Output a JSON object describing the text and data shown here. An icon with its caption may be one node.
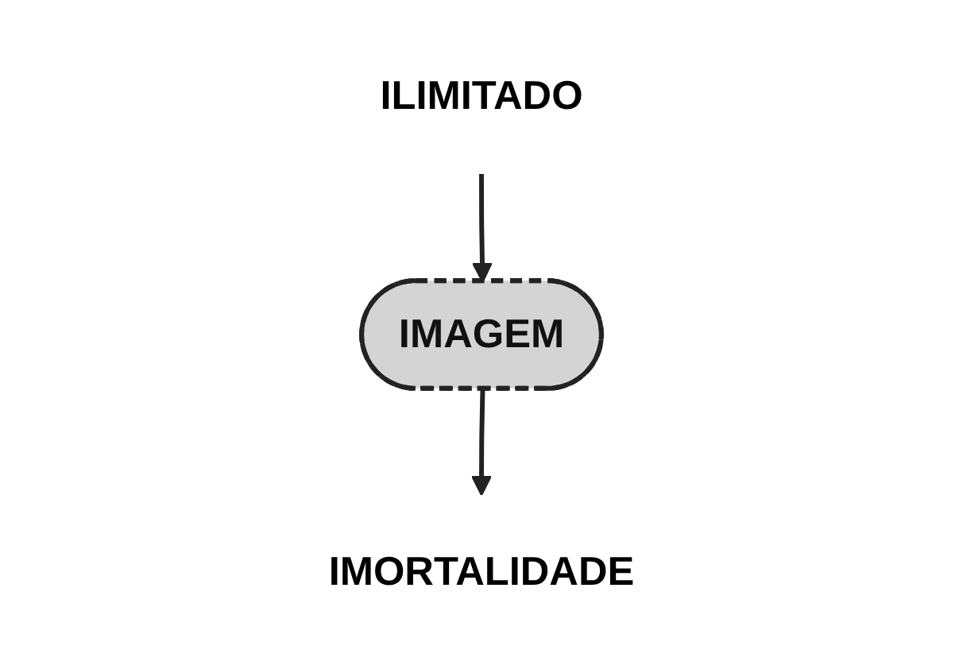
{
  "diagram": {
    "nodes": [
      {
        "text": [
          "ILIMITADO"
        ]
      },
      {
        "text": [
          "IMAGEM"
        ]
      },
      {
        "text": [
          "IMORTALIDADE"
        ]
      }
    ],
    "edges": [
      {
        "from": 0,
        "to": 1,
        "arrow": "to"
      },
      {
        "from": 1,
        "to": 2,
        "arrow": "to"
      }
    ]
  }
}
